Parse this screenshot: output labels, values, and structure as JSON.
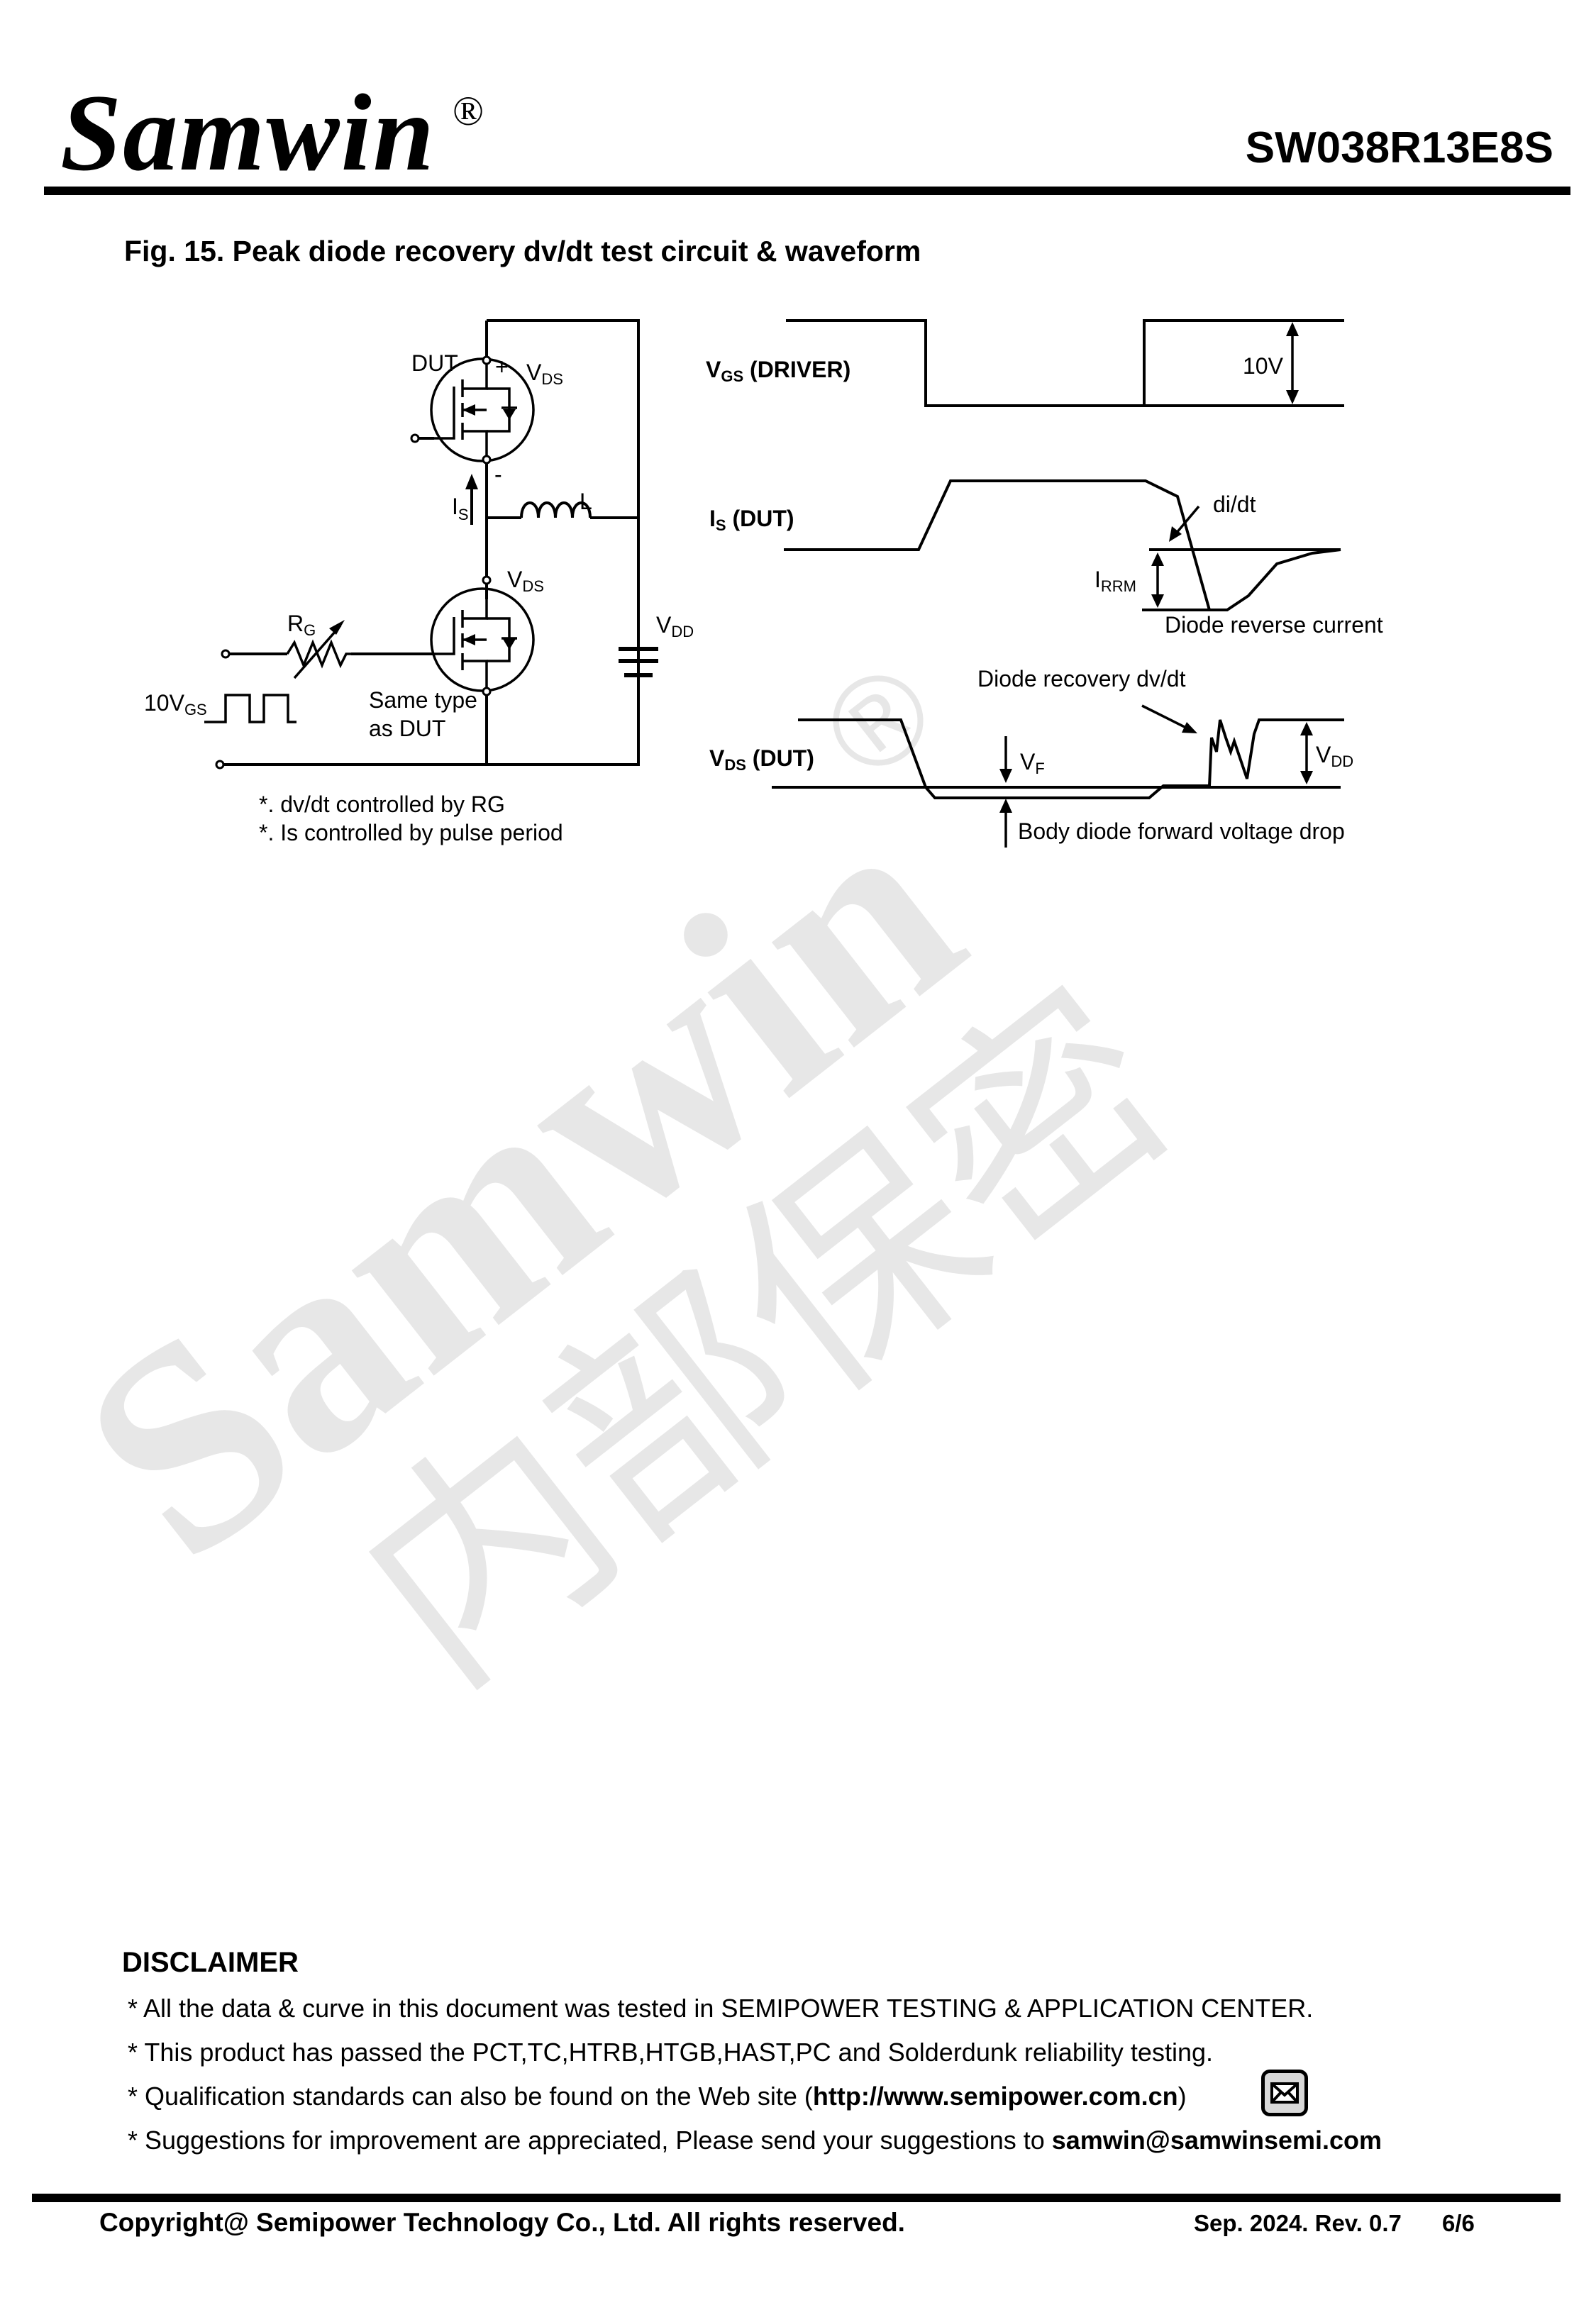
{
  "header": {
    "logo_text": "Samwin",
    "logo_mark": "®",
    "part_number": "SW038R13E8S"
  },
  "figure": {
    "title": "Fig. 15. Peak diode recovery dv/dt test circuit & waveform",
    "circuit": {
      "dut": "DUT",
      "plus": "+",
      "minus": "-",
      "vds_top": "V",
      "vds_top_sub": "DS",
      "is": "I",
      "is_sub": "S",
      "inductor": "L",
      "vds_bottom": "V",
      "vds_bottom_sub": "DS",
      "rg": "R",
      "rg_sub": "G",
      "vdd": "V",
      "vdd_sub": "DD",
      "vgs_source": "10V",
      "vgs_source_sub": "GS",
      "same_type_line1": "Same type",
      "same_type_line2": "as DUT",
      "note1": "*. dv/dt controlled by RG",
      "note2": "*. Is controlled by pulse period"
    },
    "waveform": {
      "vgs_label": "V",
      "vgs_label_sub": "GS",
      "vgs_label_rest": " (DRIVER)",
      "vgs_amplitude": "10V",
      "is_label": "I",
      "is_label_sub": "S",
      "is_label_rest": " (DUT)",
      "didt": "di/dt",
      "irrm": "I",
      "irrm_sub": "RRM",
      "reverse_current": "Diode reverse current",
      "recovery_dvdt": "Diode recovery dv/dt",
      "vds_label": "V",
      "vds_label_sub": "DS",
      "vds_label_rest": " (DUT)",
      "vf": "V",
      "vf_sub": "F",
      "vdd": "V",
      "vdd_sub": "DD",
      "forward_drop": "Body diode forward voltage drop"
    }
  },
  "watermark": {
    "latin": "Samwin",
    "cjk": "内部保密",
    "mark": "®"
  },
  "disclaimer": {
    "title": "DISCLAIMER",
    "line1": "* All the data & curve in this document was tested in SEMIPOWER TESTING & APPLICATION CENTER.",
    "line2": "* This product has passed the PCT,TC,HTRB,HTGB,HAST,PC and Solderdunk reliability testing.",
    "line3_prefix": "* Qualification standards can also be found on the Web site (",
    "line3_url": "http://www.semipower.com.cn",
    "line3_suffix": ")",
    "line4_prefix": "* Suggestions for improvement are appreciated, Please send your suggestions to ",
    "line4_email": "samwin@samwinsemi.com",
    "icon": "mail-icon"
  },
  "footer": {
    "copyright": "Copyright@ Semipower Technology Co., Ltd. All rights reserved.",
    "date_rev": "Sep. 2024. Rev. 0.7",
    "page": "6/6"
  }
}
